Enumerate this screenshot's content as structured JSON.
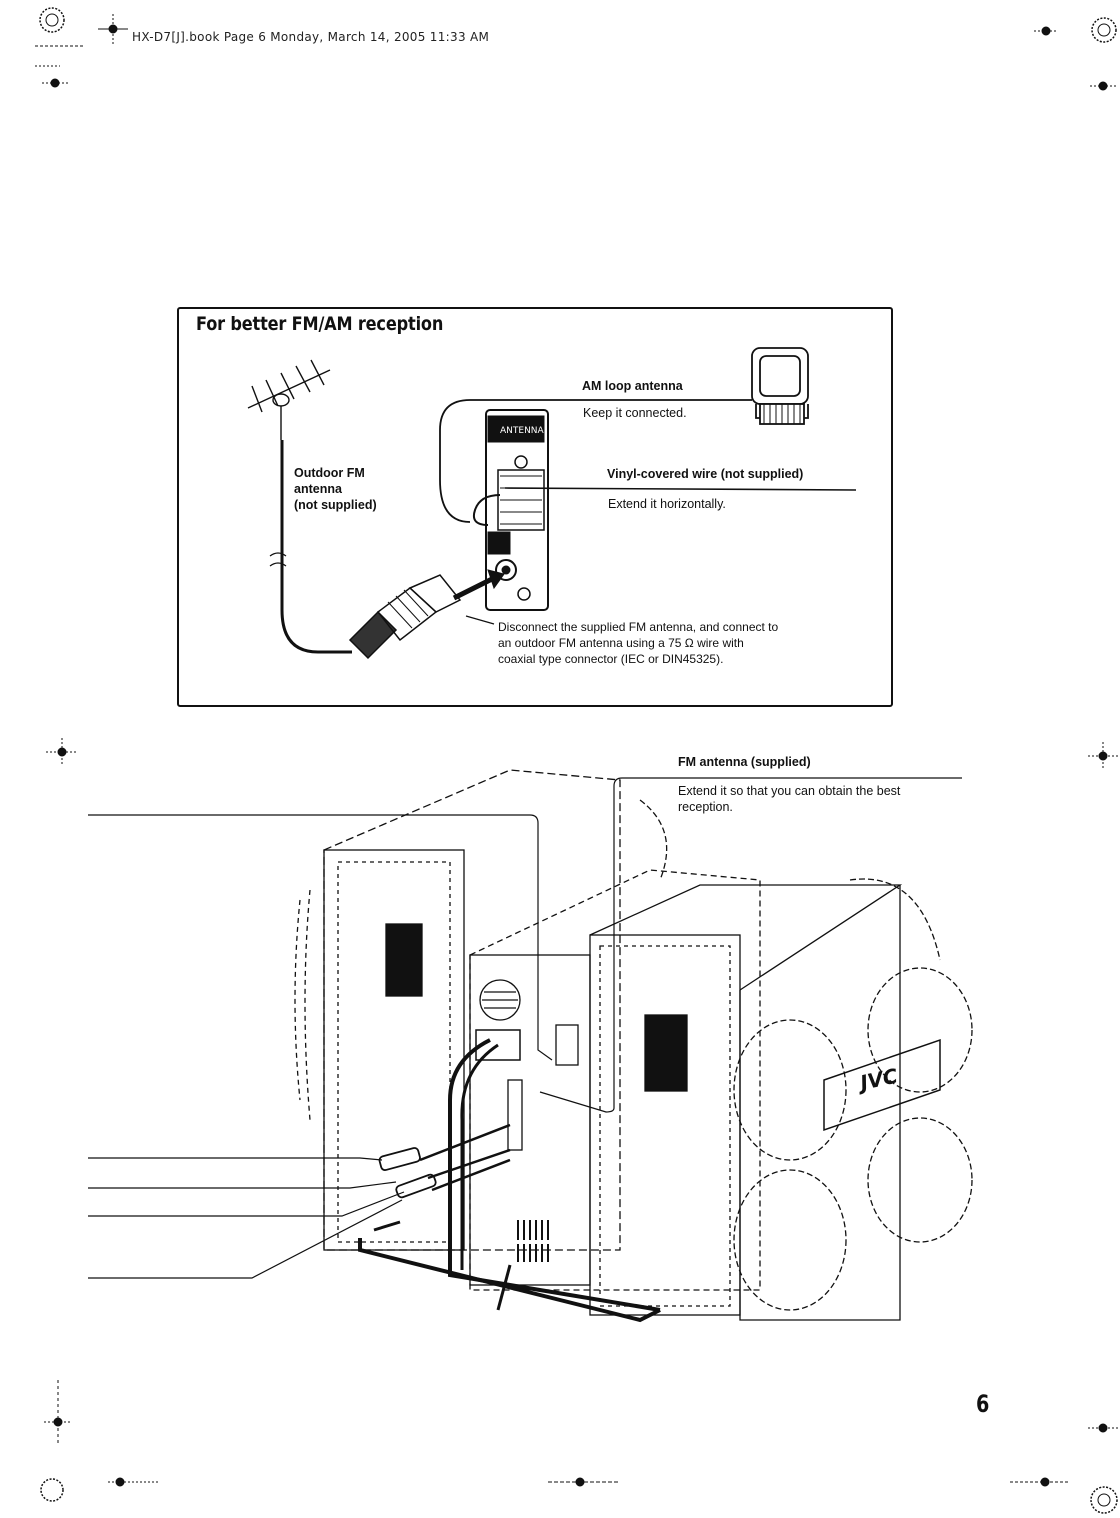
{
  "header": {
    "file_info": "HX-D7[J].book  Page 6  Monday, March 14, 2005  11:33 AM"
  },
  "reception_box": {
    "title": "For better FM/AM reception",
    "am_loop": {
      "title": "AM loop antenna",
      "note": "Keep it connected."
    },
    "vinyl_wire": {
      "title": "Vinyl-covered wire (not supplied)",
      "note": "Extend it horizontally."
    },
    "outdoor_fm": {
      "label": "Outdoor FM\nantenna\n(not supplied)"
    },
    "disconnect_note": "Disconnect the supplied FM antenna, and connect to\nan outdoor FM antenna using a 75 Ω wire with\ncoaxial type connector (IEC or DIN45325)."
  },
  "fm_supplied": {
    "title": "FM antenna (supplied)",
    "note": "Extend it so that you can obtain the best\nreception."
  },
  "device": {
    "brand": "JVC"
  },
  "page_number": "6"
}
